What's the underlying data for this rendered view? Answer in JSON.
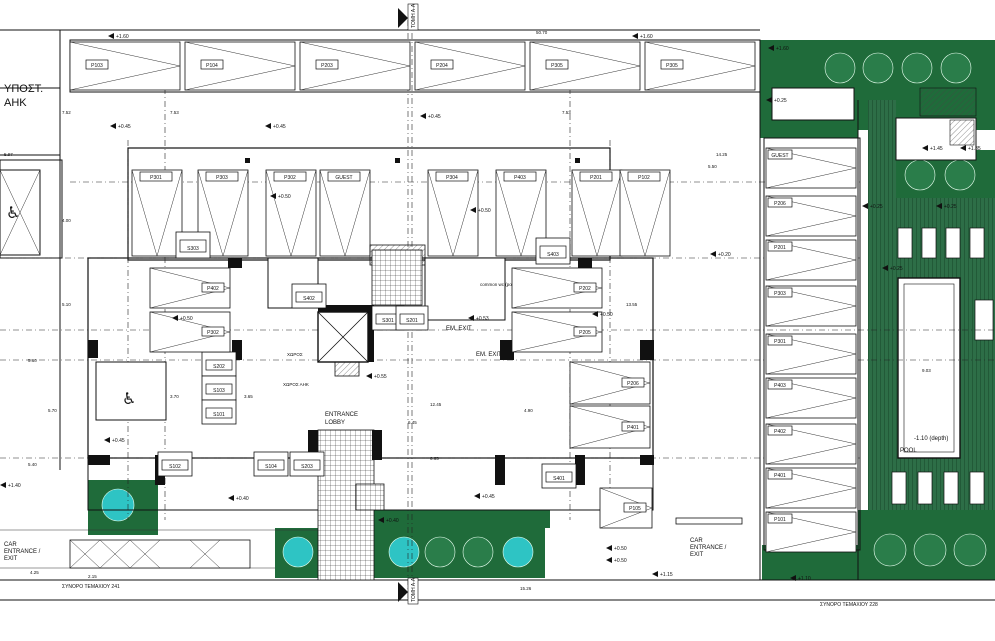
{
  "site_labels": {
    "left_building_line1": "ΥΠΟΣΤ.",
    "left_building_line2": "ΑΗΚ",
    "boundary_left": "ΣΥΝΟΡΟ ΤΕΜΑΧΙΟΥ 241",
    "boundary_right": "ΣΥΝΟΡΟ ΤΕΜΑΧΙΟΥ 228",
    "top_section_marker": "ΤΟΜΗ Α-Α",
    "bottom_section_marker": "ΤΟΜΗ Α-Α",
    "car_entrance_left_line1": "CAR",
    "car_entrance_left_line2": "ENTRANCE /",
    "car_entrance_left_line3": "EXIT",
    "car_entrance_right_line1": "CAR",
    "car_entrance_right_line2": "ENTRANCE /",
    "car_entrance_right_line3": "EXIT",
    "entrance_lobby_line1": "ENTRANCE",
    "entrance_lobby_line2": "LOBBY",
    "em_exit_1": "EM. EXIT",
    "em_exit_2": "EM. EXIT",
    "pool_label": "POOL",
    "pool_depth": "-1.10 (depth)",
    "common_wc": "common wc (pool)",
    "storage_1": "ΧΩΡΟΣ",
    "storage_2": "ΧΩΡΟΣ ΑΗΚ"
  },
  "parking_top_row": [
    "P103",
    "P104",
    "P203",
    "P204",
    "P305",
    "P305"
  ],
  "parking_second_row": [
    "P301",
    "P303",
    "P302",
    "GUEST",
    "P304",
    "P403",
    "P201",
    "P102"
  ],
  "parking_right_column": [
    "GUEST",
    "P206",
    "P201",
    "P303",
    "P301",
    "P403",
    "P402",
    "P401",
    "P101"
  ],
  "parking_misc": {
    "left_a": "P402",
    "left_b": "P302",
    "right_a": "P202",
    "right_b": "P205",
    "right_c": "P206",
    "right_d": "P401",
    "bottom_right": "P105"
  },
  "storage_units": {
    "s303": "S303",
    "s403": "S403",
    "s402": "S402",
    "s301": "S301",
    "s201": "S201",
    "s202": "S202",
    "s103": "S103",
    "s101": "S101",
    "s102": "S102",
    "s104": "S104",
    "s203": "S203",
    "s401": "S401"
  },
  "level_markers": {
    "top_left": "+1.60",
    "top_right": "+1.60",
    "right_top": "+1.60",
    "mid_a": "+0.45",
    "mid_b": "+0.45",
    "mid_c": "+0.45",
    "mid_d": "+0.50",
    "mid_e": "+0.50",
    "mid_f": "+0.20",
    "mid_g": "+0.50",
    "mid_h": "+0.53",
    "mid_i": "+0.50",
    "lobby": "+0.55",
    "left_edge": "+0.45",
    "bottom_a": "+0.40",
    "bottom_b": "+0.40",
    "bottom_c": "+0.45",
    "bottom_d": "+0.50",
    "bottom_e": "+0.50",
    "bottom_f": "+1.15",
    "bottom_g": "+1.10",
    "far_left": "+1.40",
    "pool_edge": "+0.25",
    "garden_a": "+0.25",
    "garden_b": "+0.25",
    "garden_c": "+1.45",
    "garden_d": "+0.25",
    "garden_e": "+1.35"
  },
  "dimensions": {
    "top_total": "50.70",
    "left_top": "7.52",
    "left_top_b": "7.53",
    "right_top": "7.53",
    "d_5_97": "5.97",
    "d_4_00": "4.00",
    "d_5_10": "5.10",
    "d_5_60": "5.60",
    "d_5_70": "5.70",
    "d_5_40": "5.40",
    "d_12_45": "12.45",
    "d_6_65": "6.65",
    "d_6_45": "6.45",
    "d_4_90": "4.90",
    "d_13_55": "13.55",
    "d_14_25": "14.25",
    "d_5_50": "5.50",
    "d_15_26": "15.26",
    "d_9_03": "9.03",
    "d_4_25": "4.25",
    "d_2_15": "2.15",
    "d_3_70": "3.70",
    "d_3_65": "3.65"
  },
  "colors": {
    "landscape": "#1f6b3a",
    "tree": "#2a7d4a",
    "teal_tree": "#2ec4c4",
    "ink": "#111111"
  }
}
